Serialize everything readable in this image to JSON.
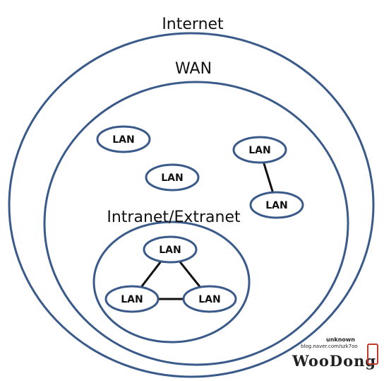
{
  "colors": {
    "stroke": "#3a5a8a",
    "link": "#111111",
    "text": "#111111",
    "watermark_accent": "#c0392b"
  },
  "labels": {
    "internet": "Internet",
    "wan": "WAN",
    "intranet": "Intranet/Extranet"
  },
  "lans": [
    {
      "id": "lan-1",
      "label": "LAN"
    },
    {
      "id": "lan-2",
      "label": "LAN"
    },
    {
      "id": "lan-3",
      "label": "LAN"
    },
    {
      "id": "lan-4",
      "label": "LAN"
    },
    {
      "id": "lan-5",
      "label": "LAN"
    },
    {
      "id": "lan-6",
      "label": "LAN"
    },
    {
      "id": "lan-7",
      "label": "LAN"
    }
  ],
  "links": [
    {
      "from": "lan-3",
      "to": "lan-4"
    },
    {
      "from": "lan-5",
      "to": "lan-6"
    },
    {
      "from": "lan-5",
      "to": "lan-7"
    },
    {
      "from": "lan-6",
      "to": "lan-7"
    }
  ],
  "watermark": {
    "line1": "unknown",
    "line2": "blog.naver.com/szk7oo",
    "logo": "WooDong"
  }
}
